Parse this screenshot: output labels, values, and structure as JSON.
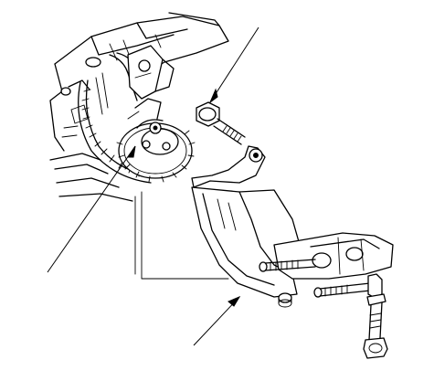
{
  "diagram": {
    "background": "#ffffff",
    "stroke_color": "#000000",
    "callouts": [
      {
        "id": "upper-right-leader",
        "points_to": "mount-bolt"
      },
      {
        "id": "lower-left-leader",
        "points_to": "crank-sprocket"
      },
      {
        "id": "lower-middle-leader",
        "points_to": "bracket-edge"
      }
    ]
  }
}
